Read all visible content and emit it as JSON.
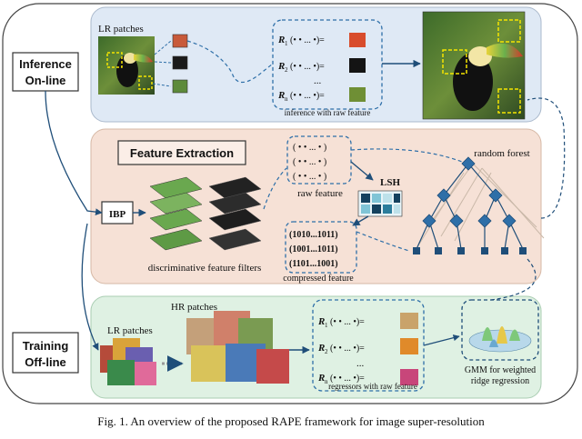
{
  "inference": {
    "title_line1": "Inference",
    "title_line2": "On-line",
    "lr_patches_label": "LR patches",
    "inference_caption": "inference with raw feature",
    "regressors": [
      {
        "sym": "R",
        "sub": "1",
        "dots": "(• • ... •)="
      },
      {
        "sym": "R",
        "sub": "2",
        "dots": "(• • ... •)="
      },
      {
        "sym": "R",
        "sub": "n",
        "dots": "(• • ... •)="
      }
    ],
    "ellipsis": "..."
  },
  "feature": {
    "title": "Feature Extraction",
    "ibp_label": "IBP",
    "filters_caption": "discriminative feature filters",
    "raw_feature_label": "raw feature",
    "lsh_label": "LSH",
    "random_forest_label": "random forest",
    "compressed_label": "compressed feature",
    "codes": [
      "(1010...1011)",
      "(1001...1011)",
      "(1101...1001)"
    ],
    "raw_rows": [
      "( •  •  ... • )",
      "( •  •  ... • )",
      "( •  •  ... • )"
    ]
  },
  "training": {
    "title_line1": "Training",
    "title_line2": "Off-line",
    "hr_patches_label": "HR patches",
    "lr_patches_label": "LR patches",
    "regressors_caption": "regressors with raw feature",
    "gmm_caption_line1": "GMM for weighted",
    "gmm_caption_line2": "ridge regression",
    "regressors": [
      {
        "sym": "R",
        "sub": "1",
        "dots": "(• • ... •)="
      },
      {
        "sym": "R",
        "sub": "2",
        "dots": "(• • ... •)="
      },
      {
        "sym": "R",
        "sub": "n",
        "dots": "(• • ... •)="
      }
    ],
    "ellipsis": "..."
  },
  "caption": "Fig. 1.   An overview of the proposed RAPE framework for image super-resolution",
  "colors": {
    "inference_panel": "#dfe9f5",
    "feature_panel": "#f6e1d6",
    "training_panel": "#dff1e3",
    "dashed_blue": "#2e6fa8",
    "dark_blue": "#1f4e79",
    "tree_node": "#2e6fa8",
    "green_dot": "#3aa04a",
    "purple_dot": "#8a4fc4"
  }
}
